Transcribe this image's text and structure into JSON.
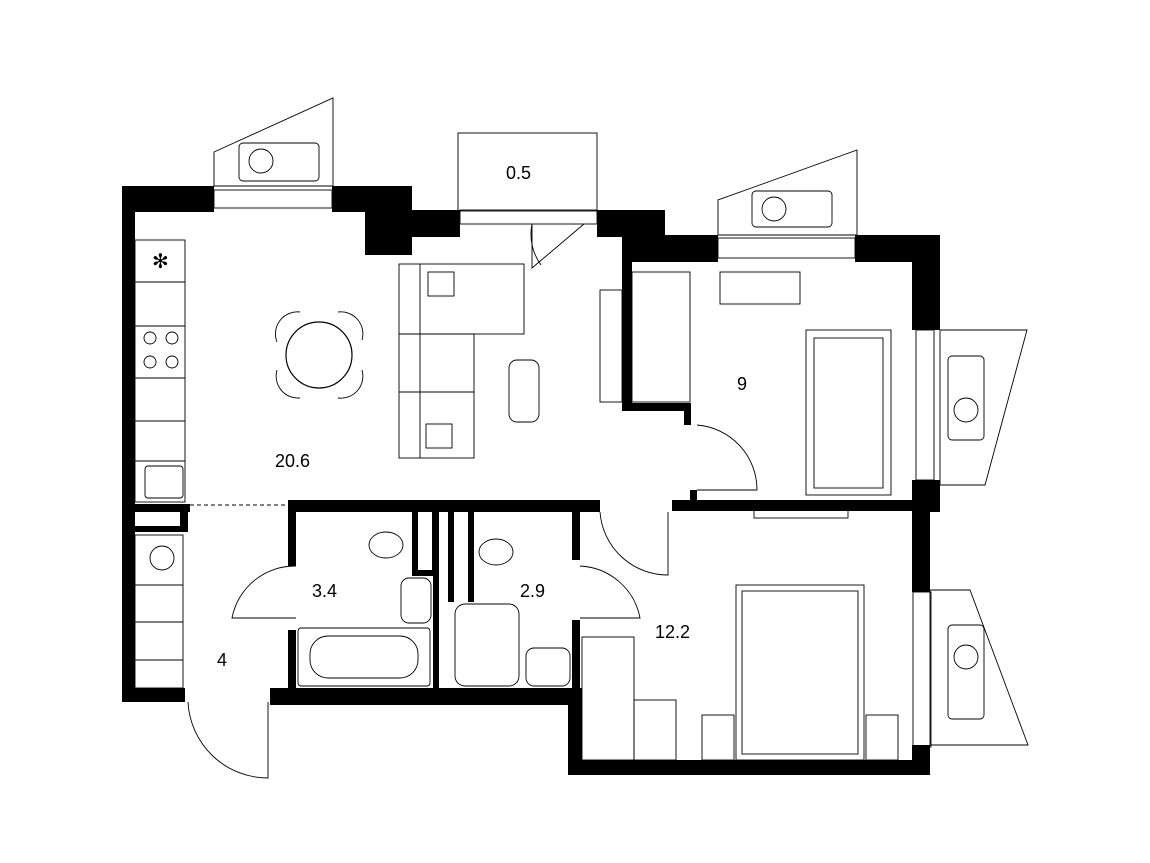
{
  "plan": {
    "rooms": {
      "balcony": {
        "area": "0.5"
      },
      "kitchen_living": {
        "area": "20.6"
      },
      "bedroom_small": {
        "area": "9"
      },
      "bathroom": {
        "area": "3.4"
      },
      "toilet": {
        "area": "2.9"
      },
      "bedroom_large": {
        "area": "12.2"
      },
      "hallway": {
        "area": "4"
      }
    }
  }
}
